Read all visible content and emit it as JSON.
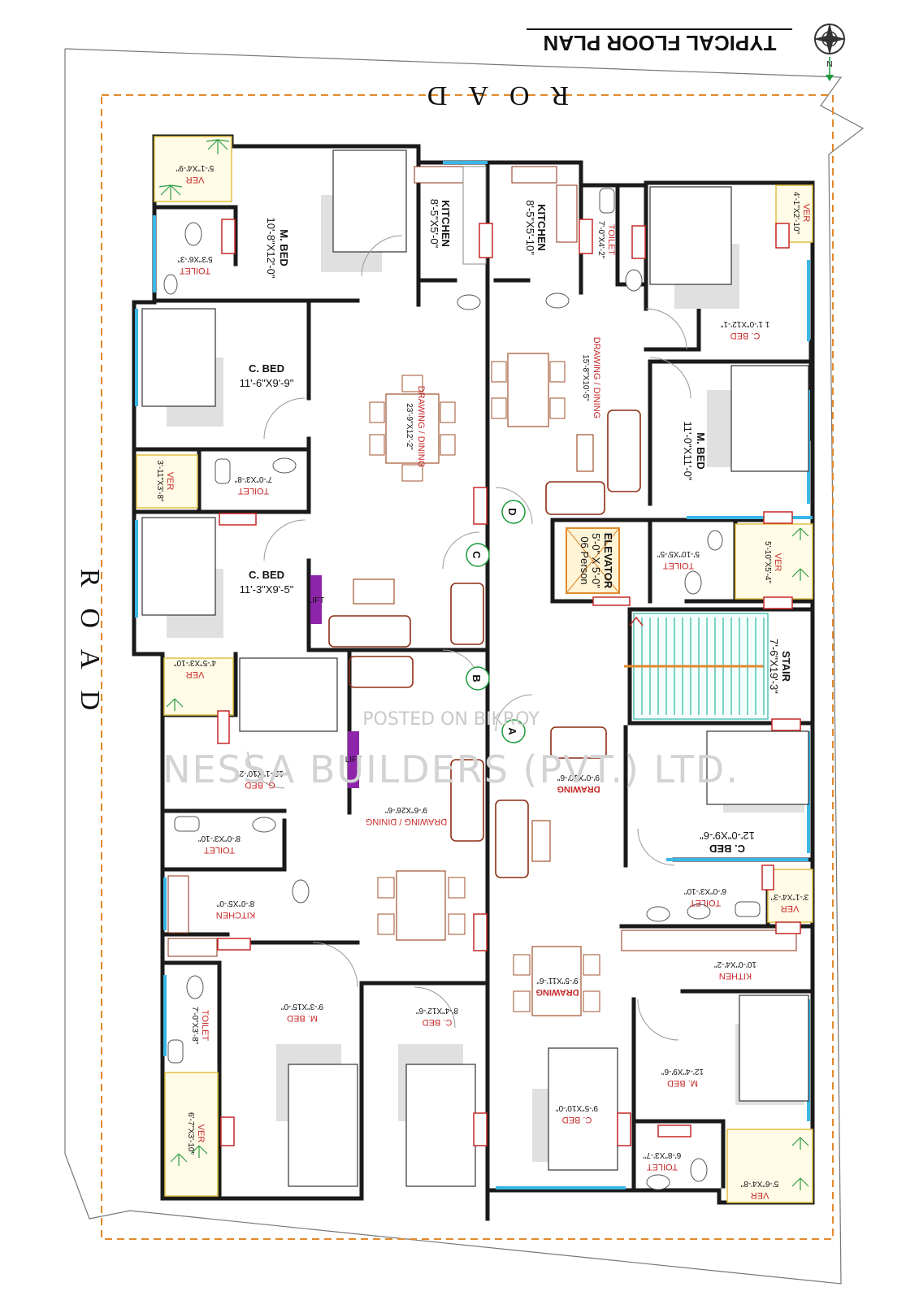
{
  "plan": {
    "title": "TYPICAL FLOOR PLAN",
    "compass_label": "N",
    "road_top": "ROAD",
    "road_left": "ROAD",
    "watermark_top": "POSTED ON BIKROY",
    "watermark_main": "NESSA BUILDERS (PVT.) LTD.",
    "colors": {
      "wall": "#1a1a1a",
      "window": "#39b6e6",
      "furniture": "#8d2d14",
      "red_text": "#c62828",
      "stair": "#2bb3a3",
      "boundary": "#e08a2c",
      "lift_door": "#8e24aa"
    },
    "stair": {
      "label": "STAIR",
      "dim": "7'-6\"X19'-3\""
    },
    "elevator": {
      "label": "ELEVATOR",
      "dim": "5'-0\" X 5'-0\"",
      "capacity": "06 Person",
      "lift_tag": "LIFT"
    },
    "units": {
      "A": {
        "letter": "A"
      },
      "B": {
        "letter": "B"
      },
      "C": {
        "letter": "C"
      },
      "D": {
        "letter": "D"
      }
    },
    "rooms": {
      "c_mbed": {
        "label": "M. BED",
        "dim": "10'-8\"X12'-0\""
      },
      "c_ver1": {
        "label": "VER",
        "dim": "5'-1\"X4'-9\""
      },
      "c_toilet1": {
        "label": "TOILET",
        "dim": "5'3\"X6'-3\""
      },
      "c_kitchen": {
        "label": "KITCHEN",
        "dim": "8'-5\"X5'-0\""
      },
      "c_cbed1": {
        "label": "C. BED",
        "dim": "11'-6\"X9'-9\""
      },
      "c_drawing": {
        "label": "DRAWING / DINING",
        "dim": "23'-9\"X12'-2\""
      },
      "c_ver2": {
        "label": "VER",
        "dim": "3'-11\"X3'-8\""
      },
      "c_toilet2": {
        "label": "TOILET",
        "dim": "7'-0\"X3'-8\""
      },
      "c_cbed2": {
        "label": "C. BED",
        "dim": "11'-3\"X9'-5\""
      },
      "d_kitchen": {
        "label": "KITCHEN",
        "dim": "8'-5\"X5'-10\""
      },
      "d_toilet1": {
        "label": "TOILET",
        "dim": "7'-0\"X4'-2\""
      },
      "d_ver1": {
        "label": "VER",
        "dim": "4'-1\"X2'-10\""
      },
      "d_cbed": {
        "label": "C. BED",
        "dim": "1 1'-0\"X12'-1\""
      },
      "d_drawing": {
        "label": "DRAWING / DINING",
        "dim": "15'-8\"X10'-5\""
      },
      "d_mbed": {
        "label": "M. BED",
        "dim": "11'-0\"X11'-0\""
      },
      "d_toilet2": {
        "label": "TOILET",
        "dim": "5'-10\"X5'-5\""
      },
      "d_ver2": {
        "label": "VER",
        "dim": "5'-10\"X5'-4\""
      },
      "b_ver1": {
        "label": "VER",
        "dim": "4'-5\"X3'-10\""
      },
      "b_gbed": {
        "label": "G. BED",
        "dim": "12'-1\"X10'-2\""
      },
      "b_drawing": {
        "label": "DRAWING / DINING",
        "dim": "9'-6\"X26'-6\""
      },
      "b_toilet1": {
        "label": "TOILET",
        "dim": "8'-0\"X3'-10\""
      },
      "b_kitchen": {
        "label": "KITCHEN",
        "dim": "8'-0\"X5'-0\""
      },
      "b_toilet2": {
        "label": "TOILET",
        "dim": "7'-0\"X3'-8\""
      },
      "b_mbed": {
        "label": "M. BED",
        "dim": "9'-3\"X15'-0\""
      },
      "b_cbed": {
        "label": "C. BED",
        "dim": "8'-4\"X12'-6\""
      },
      "b_ver2": {
        "label": "VER",
        "dim": "6'-7\"X3'-10\""
      },
      "a_drawing1": {
        "label": "DRAWING",
        "dim": "9'-0\"X10'-6\""
      },
      "a_cbed1": {
        "label": "C. BED",
        "dim": "12'-0\"X9'-6\""
      },
      "a_toilet1": {
        "label": "TOILET",
        "dim": "6'-0\"X3'-10\""
      },
      "a_ver1": {
        "label": "VER",
        "dim": "3'-1\"X4'-3\""
      },
      "a_kitchen": {
        "label": "KITHEN",
        "dim": "10'-0\"X4'-2\""
      },
      "a_drawing2": {
        "label": "DRAWING",
        "dim": "9'-5\"X11'-6\""
      },
      "a_mbed": {
        "label": "M. BED",
        "dim": "12'-4\"X9'-6\""
      },
      "a_cbed2": {
        "label": "C. BED",
        "dim": "9'-5\"X10'-0\""
      },
      "a_toilet2": {
        "label": "TOILET",
        "dim": "6'-8\"X3'-7\""
      },
      "a_ver2": {
        "label": "VER",
        "dim": "5'-6\"X4'-8\""
      }
    }
  }
}
